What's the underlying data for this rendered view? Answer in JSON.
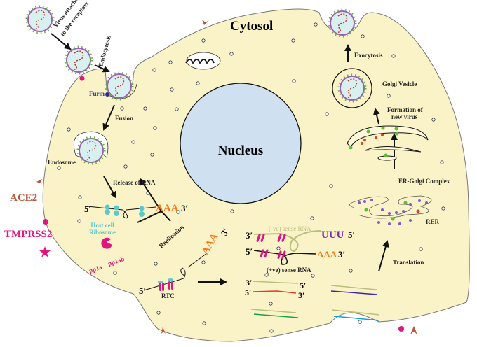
{
  "labels": {
    "cytosol": "Cytosol",
    "nucleus": "Nucleus",
    "virus_attachment_1": "Virus attachment",
    "virus_attachment_2": "to the receptors",
    "endocytosis": "Endocytosis",
    "furin": "Furin",
    "fusion": "Fusion",
    "endosome": "Endosome",
    "release_of_rna": "Release of RNA",
    "ace2": "ACE2",
    "tmprss2": "TMPRSS2",
    "host_cell_1": "Host cell",
    "host_cell_2": "Ribosome",
    "replication": "Replication",
    "pp1a": "pp1a",
    "pp1ab": "pp1ab",
    "rtc": "RTC",
    "neg_sense": "(-ve) sense RNA",
    "pos_sense": "(+ve) sense RNA",
    "uuu": "UUU",
    "aaa": "AAA",
    "five_prime": "5′",
    "three_prime": "3′",
    "translation": "Translation",
    "rer": "RER",
    "er_golgi": "ER-Golgi Complex",
    "formation_1": "Formation of",
    "formation_2": "new virus",
    "golgi_vesicle": "Golgi Vesicle",
    "exocytosis": "Exocytosis"
  },
  "colors": {
    "cytoplasm": "#fbf3c8",
    "nucleus": "#cfe0f1",
    "ace2": "#b9573b",
    "tmprss2": "#e0157f",
    "aaa": "#f07a1c",
    "uuu": "#7b2fa8",
    "ribosome": "#5ec7c7",
    "neg_rna": "#b9bf7e"
  }
}
